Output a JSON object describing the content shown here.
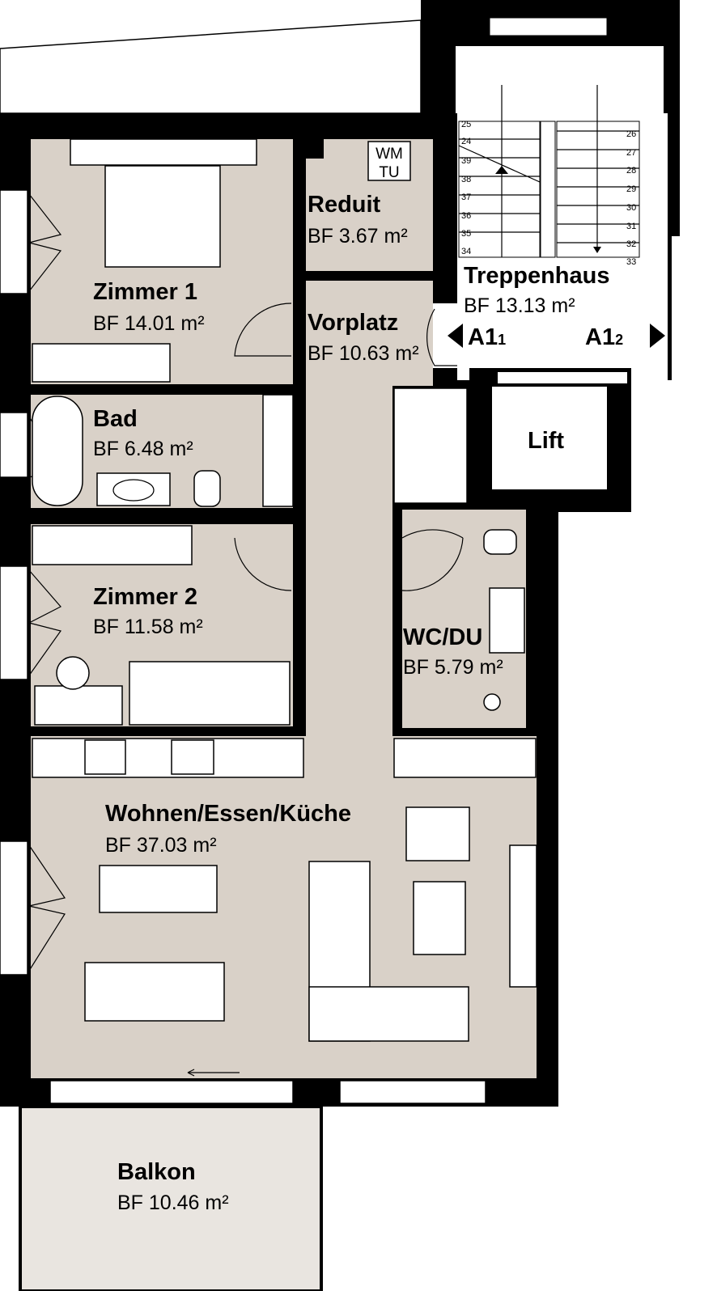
{
  "rooms": {
    "zimmer1": {
      "name": "Zimmer 1",
      "area": "BF 14.01 m²"
    },
    "reduit": {
      "name": "Reduit",
      "area": "BF 3.67 m²"
    },
    "vorplatz": {
      "name": "Vorplatz",
      "area": "BF 10.63 m²"
    },
    "bad": {
      "name": "Bad",
      "area": "BF 6.48 m²"
    },
    "zimmer2": {
      "name": "Zimmer 2",
      "area": "BF 11.58 m²"
    },
    "wcdu": {
      "name": "WC/DU",
      "area": "BF 5.79 m²"
    },
    "wohnen": {
      "name": "Wohnen/Essen/Küche",
      "area": "BF 37.03 m²"
    },
    "balkon": {
      "name": "Balkon",
      "area": "BF 10.46 m²"
    },
    "treppenhaus": {
      "name": "Treppenhaus",
      "area": "BF 13.13 m²"
    },
    "lift": {
      "name": "Lift"
    }
  },
  "appliance": {
    "top": "WM",
    "bottom": "TU"
  },
  "stairs": {
    "left_steps": [
      "25",
      "24",
      "39",
      "38",
      "37",
      "36",
      "35",
      "34"
    ],
    "right_steps": [
      "26",
      "27",
      "28",
      "29",
      "30",
      "31",
      "32",
      "33"
    ]
  },
  "units": {
    "left": {
      "label": "A1",
      "sub": "1"
    },
    "right": {
      "label": "A1",
      "sub": "2"
    }
  },
  "colors": {
    "floor": "#d9d1c8",
    "balcony": "#e9e5e0",
    "wall": "#000000"
  }
}
